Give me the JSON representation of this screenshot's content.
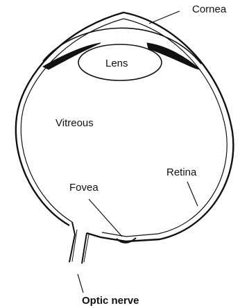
{
  "labels": {
    "cornea": "Cornea",
    "lens": "Lens",
    "vitreous": "Vitreous",
    "retina": "Retina",
    "fovea": "Fovea",
    "optic_nerve": "Optic nerve"
  }
}
